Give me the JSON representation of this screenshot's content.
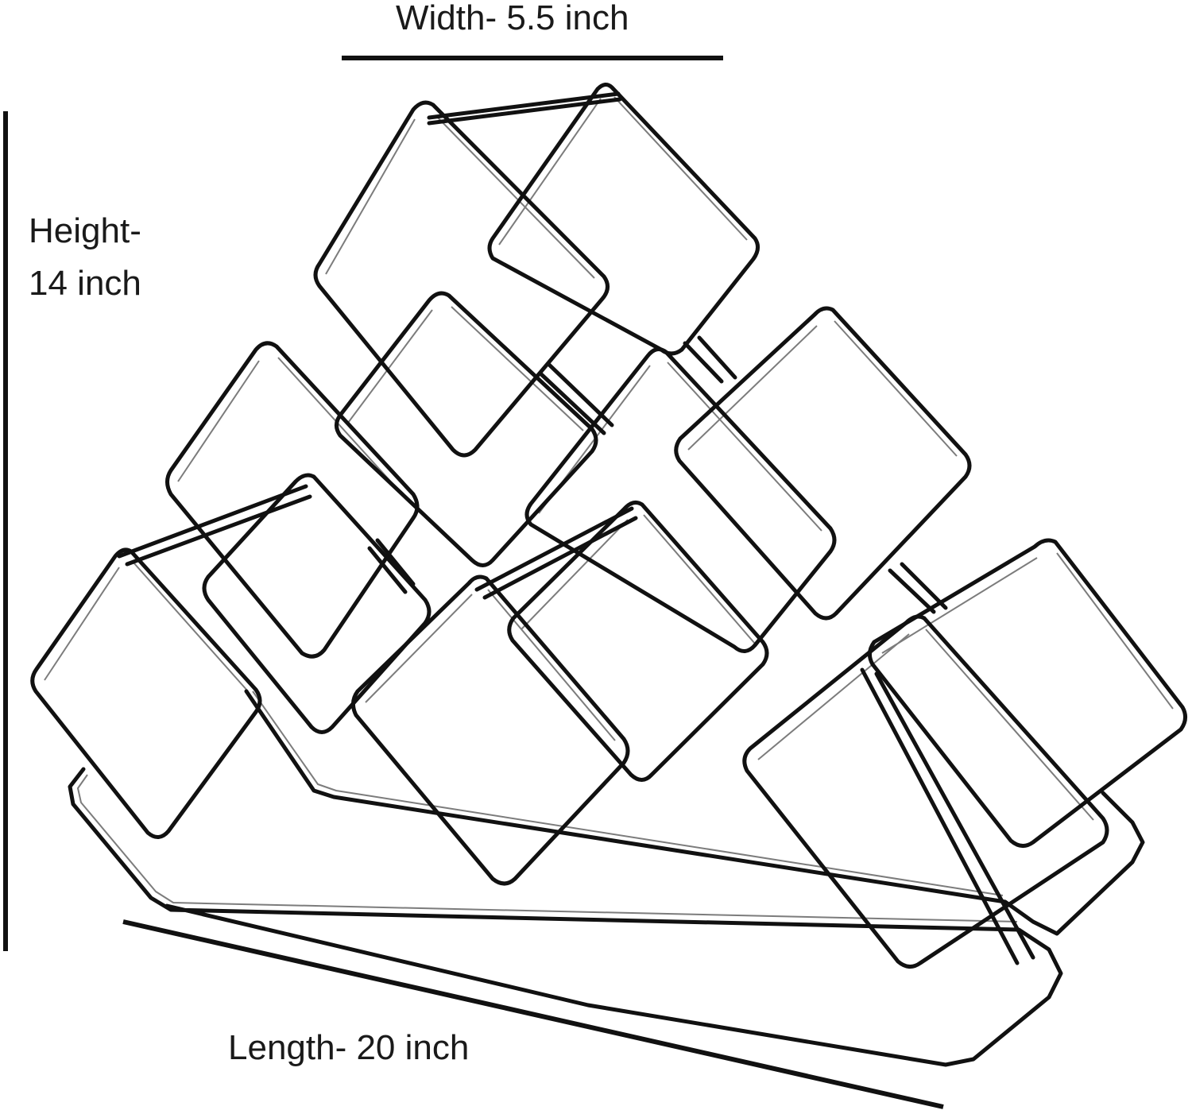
{
  "dimensions": {
    "width_label": "Width- 5.5 inch",
    "height_label_line1": "Height-",
    "height_label_line2": "14 inch",
    "length_label": "Length- 20 inch"
  },
  "colors": {
    "background": "#ffffff",
    "wire": "#111111",
    "text": "#1a1a1a"
  }
}
